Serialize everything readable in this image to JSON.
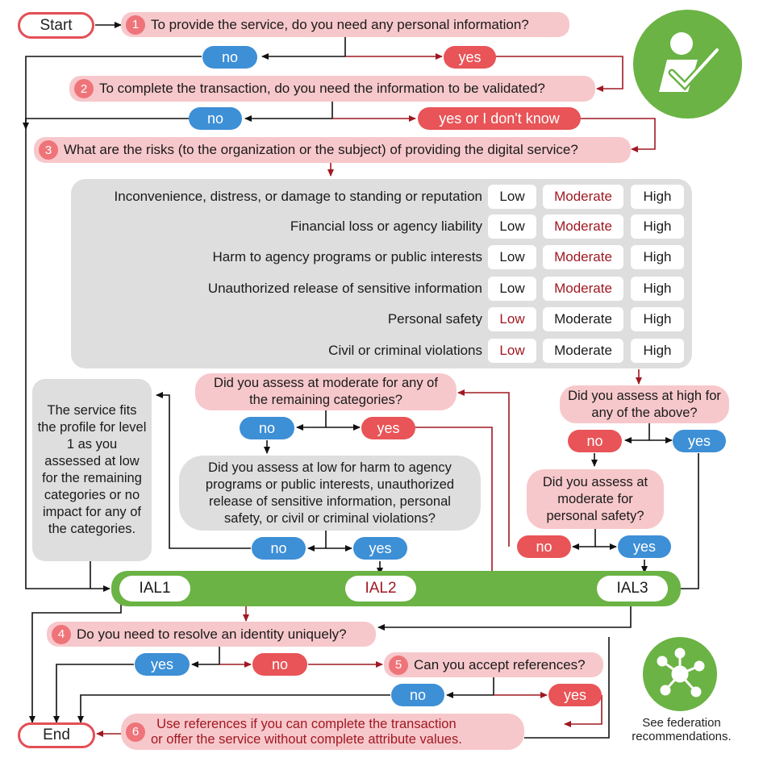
{
  "start_label": "Start",
  "end_label": "End",
  "steps": {
    "q1": {
      "num": "1",
      "text": "To provide the service, do you need any personal information?"
    },
    "q2": {
      "num": "2",
      "text": "To complete the transaction, do you need the information to be validated?"
    },
    "q3": {
      "num": "3",
      "text": "What are the risks (to the organization or the subject) of providing the digital service?"
    },
    "q4": {
      "num": "4",
      "text": "Do you need to resolve an identity uniquely?"
    },
    "q5": {
      "num": "5",
      "text": "Can you accept references?"
    },
    "q6": {
      "num": "6",
      "line1": "Use references if you can complete the transaction",
      "line2": "or offer the service without complete attribute values."
    }
  },
  "answers": {
    "q1_no": "no",
    "q1_yes": "yes",
    "q2_no": "no",
    "q2_yes": "yes or I don't know",
    "mod_no": "no",
    "mod_yes": "yes",
    "low_no": "no",
    "low_yes": "yes",
    "high_no": "no",
    "high_yes": "yes",
    "safety_no": "no",
    "safety_yes": "yes",
    "q4_yes": "yes",
    "q4_no": "no",
    "q5_no": "no",
    "q5_yes": "yes"
  },
  "risk_table": {
    "levels": [
      "Low",
      "Moderate",
      "High"
    ],
    "rows": [
      {
        "label": "Inconvenience, distress, or damage to standing or reputation",
        "highlight": "Moderate"
      },
      {
        "label": "Financial loss or agency liability",
        "highlight": "Moderate"
      },
      {
        "label": "Harm to agency programs or public interests",
        "highlight": "Moderate"
      },
      {
        "label": "Unauthorized release of sensitive information",
        "highlight": "Moderate"
      },
      {
        "label": "Personal safety",
        "highlight": "Low"
      },
      {
        "label": "Civil or criminal violations",
        "highlight": "Low"
      }
    ]
  },
  "bubbles": {
    "moderate_q": "Did you assess at moderate for any of the remaining categories?",
    "low_q": "Did you assess at low for harm to agency programs or public interests, unauthorized release of sensitive information, personal safety, or civil or criminal violations?",
    "high_q": "Did you assess at high for any of the above?",
    "safety_q": "Did you assess at moderate for personal safety?",
    "level1_note": "The service fits the profile for level 1 as you assessed at low for the remaining categories or no impact for any of the categories."
  },
  "ial": {
    "ial1": "IAL1",
    "ial2": "IAL2",
    "ial3": "IAL3"
  },
  "federation_caption": "See federation recommendations.",
  "icons": [
    "checkmark-person-icon",
    "federation-network-icon"
  ],
  "colors": {
    "pink": "#f7c8cb",
    "red": "#e85457",
    "blue": "#3d8fd6",
    "green": "#6ab344",
    "grey": "#dedede",
    "dark_red": "#a01822"
  }
}
